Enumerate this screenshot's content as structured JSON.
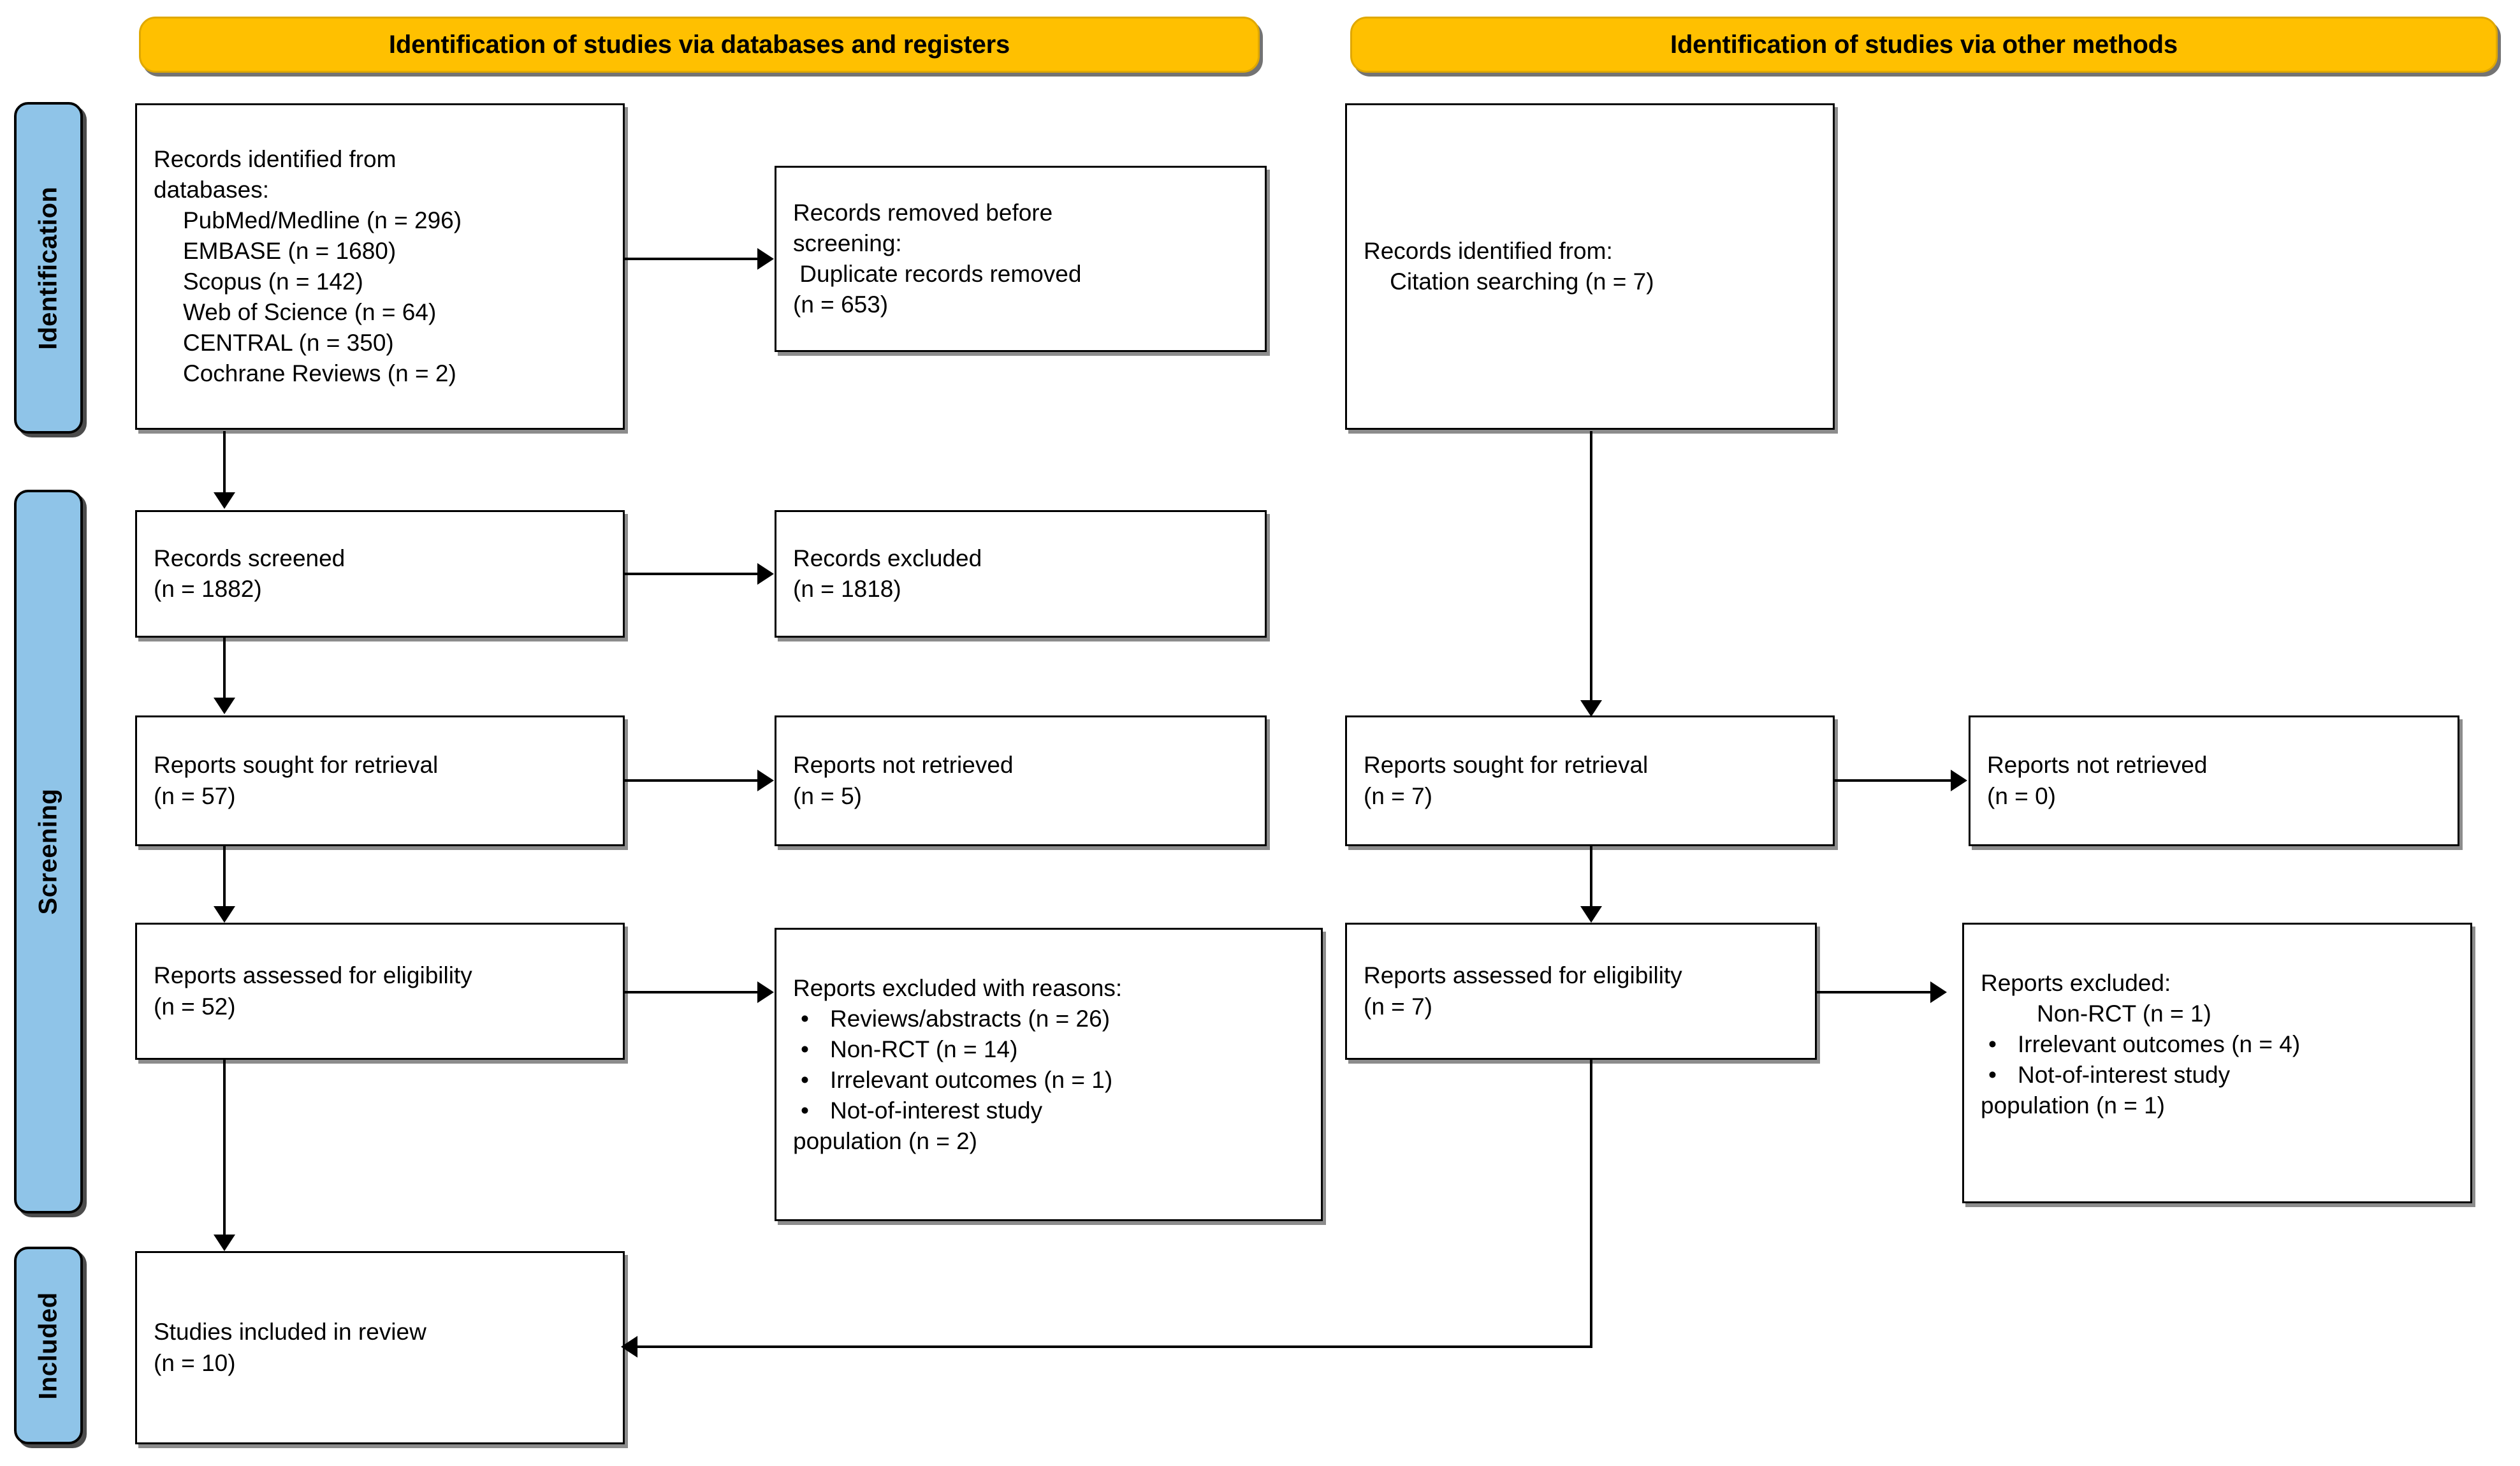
{
  "diagram": {
    "type": "PRISMA flow diagram",
    "headers": [
      {
        "id": "databases",
        "label": "Identification of studies via databases and registers"
      },
      {
        "id": "other",
        "label": "Identification of studies via other methods"
      }
    ],
    "stages": [
      {
        "id": "identification",
        "label": "Identification"
      },
      {
        "id": "screening",
        "label": "Screening"
      },
      {
        "id": "included",
        "label": "Included"
      }
    ],
    "boxes": {
      "records_identified_db": {
        "title": "Records identified from\ndatabases:",
        "sources": [
          "PubMed/Medline (n = 296)",
          "EMBASE (n = 1680)",
          "Scopus (n = 142)",
          "Web of Science (n = 64)",
          "CENTRAL (n = 350)",
          "Cochrane Reviews (n = 2)"
        ]
      },
      "records_removed": {
        "text": "Records removed before\nscreening:\n Duplicate records removed\n(n = 653)"
      },
      "records_identified_other": {
        "text": "Records identified from:\n    Citation searching (n = 7)"
      },
      "records_screened": {
        "text": "Records screened\n(n = 1882)"
      },
      "records_excluded": {
        "text": "Records excluded\n(n = 1818)"
      },
      "reports_sought_left": {
        "text": "Reports sought for retrieval\n(n = 57)"
      },
      "reports_not_retrieved_left": {
        "text": "Reports not retrieved\n(n = 5)"
      },
      "reports_sought_right": {
        "text": "Reports sought for retrieval\n(n = 7)"
      },
      "reports_not_retrieved_right": {
        "text": "Reports not retrieved\n(n = 0)"
      },
      "reports_assessed_left": {
        "text": "Reports assessed for eligibility\n(n = 52)"
      },
      "reports_excluded_left": {
        "title": "Reports excluded with reasons:",
        "items": [
          {
            "bullet": "•",
            "text": "Reviews/abstracts (n = 26)"
          },
          {
            "bullet": "•",
            "text": "Non-RCT (n = 14)"
          },
          {
            "bullet": "•",
            "text": "Irrelevant outcomes (n = 1)"
          },
          {
            "bullet": "•",
            "text": "Not-of-interest study"
          }
        ],
        "tail": "population (n = 2)"
      },
      "reports_assessed_right": {
        "text": "Reports assessed for eligibility\n(n = 7)"
      },
      "reports_excluded_right": {
        "title": "Reports excluded:",
        "items": [
          {
            "bullet": "",
            "text": "Non-RCT (n = 1)"
          },
          {
            "bullet": "•",
            "text": "Irrelevant outcomes (n = 4)"
          },
          {
            "bullet": "•",
            "text": "Not-of-interest study"
          }
        ],
        "tail": "population (n = 1)"
      },
      "studies_included": {
        "text": "Studies included in review\n(n = 10)"
      }
    },
    "colors": {
      "header_fill": "#FFC000",
      "header_border": "#E0A800",
      "rail_fill": "#8FC4E8",
      "box_border": "#000000",
      "box_fill": "#FFFFFF"
    }
  }
}
